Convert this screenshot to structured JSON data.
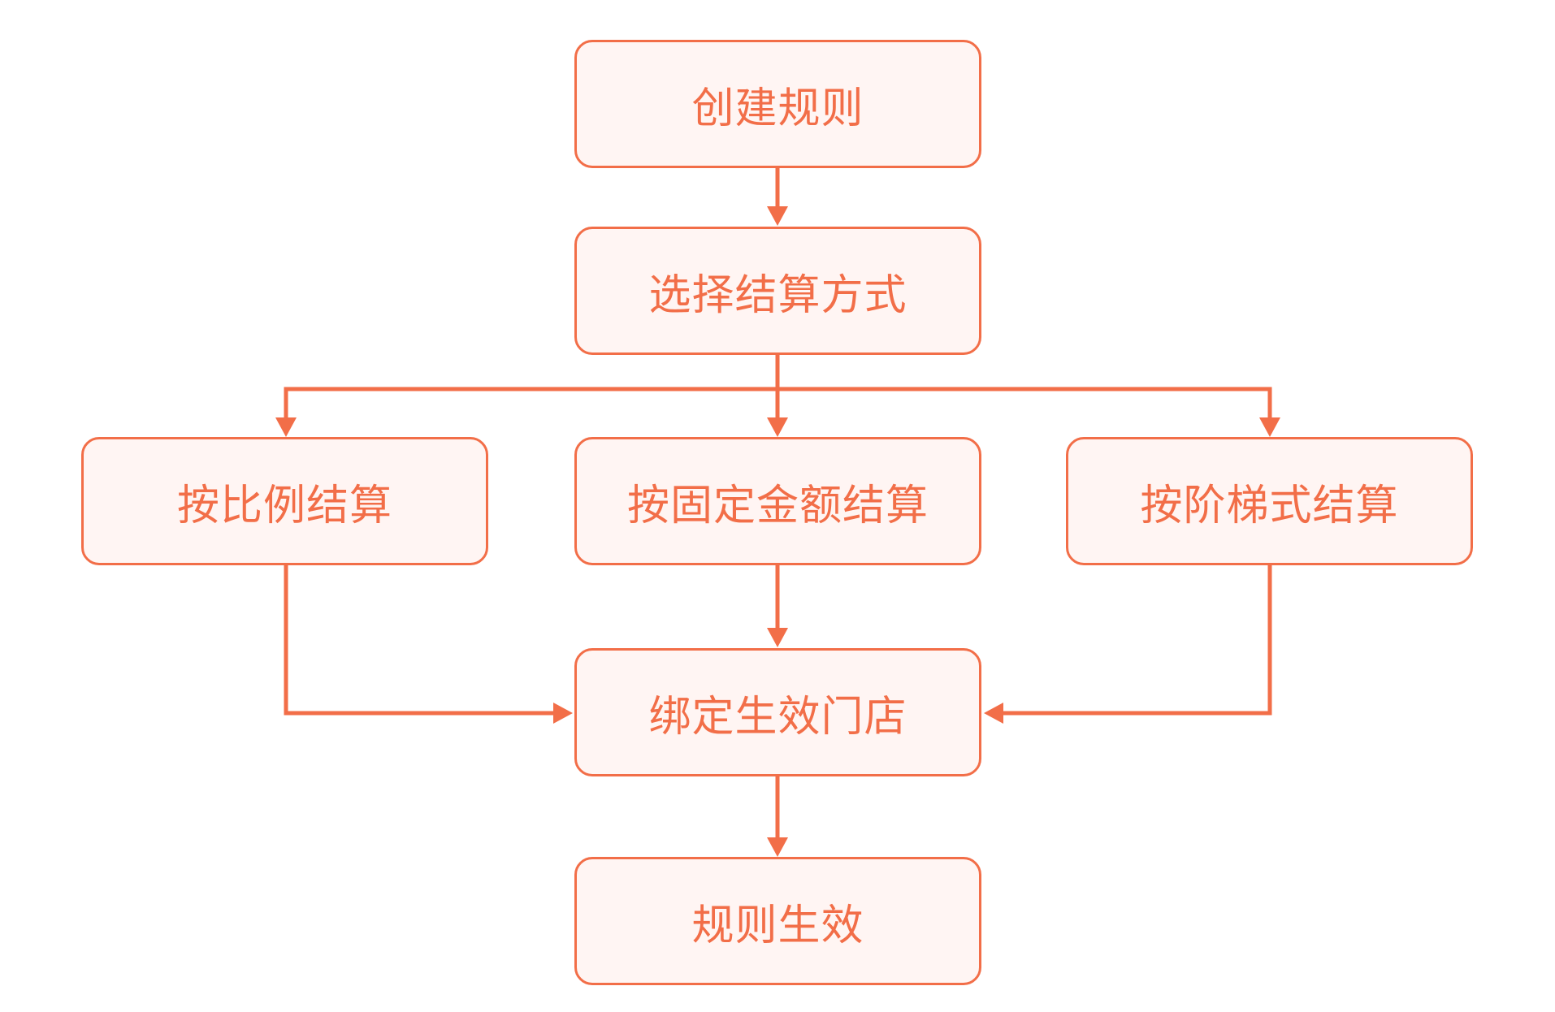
{
  "nodes": {
    "create_rule": "创建规则",
    "choose_method": "选择结算方式",
    "by_ratio": "按比例结算",
    "by_fixed_amount": "按固定金额结算",
    "by_tier": "按阶梯式结算",
    "bind_stores": "绑定生效门店",
    "rule_active": "规则生效"
  },
  "colors": {
    "accent": "#F26E48",
    "node_fill": "#FFF5F3",
    "background": "#FFFFFF"
  }
}
